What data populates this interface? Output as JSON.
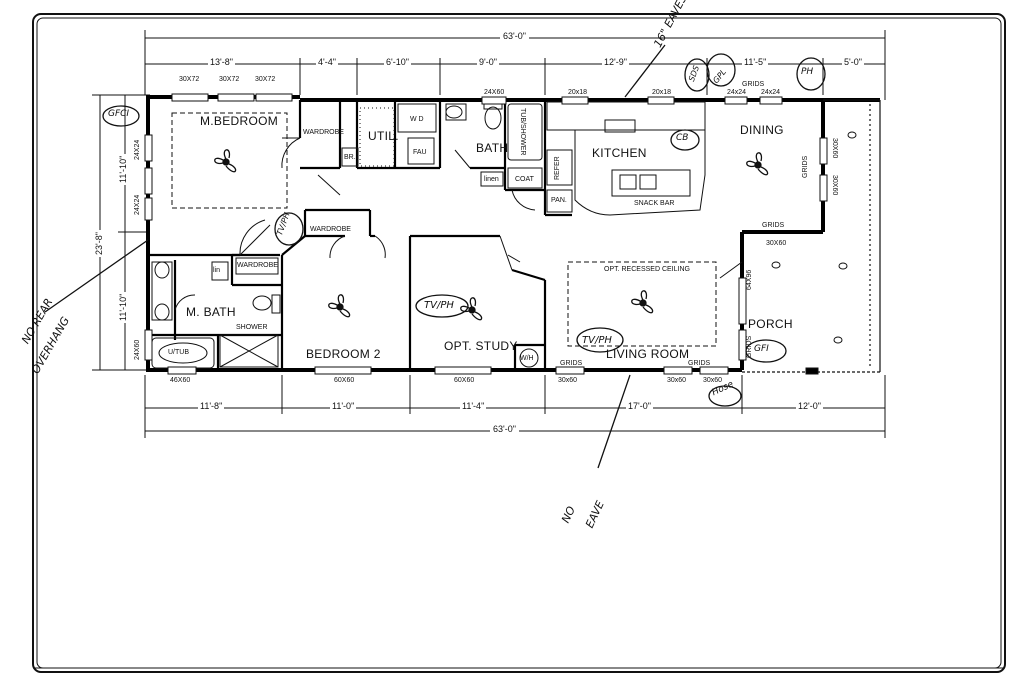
{
  "rooms": {
    "m_bedroom": "M.BEDROOM",
    "util": "UTIL.",
    "bath": "BATH",
    "kitchen": "KITCHEN",
    "dining": "DINING",
    "m_bath": "M. BATH",
    "bedroom2": "BEDROOM 2",
    "study": "OPT. STUDY",
    "living": "LIVING ROOM",
    "porch": "PORCH"
  },
  "fixtures": {
    "wardrobe1": "WARDROBE",
    "wardrobe2": "WARDROBE",
    "wardrobe3": "WARDROBE",
    "br": "BR.",
    "wd": "W D",
    "fau": "FAU",
    "tub_shower": "TUB/SHOWER",
    "linen1": "linen",
    "linen2": "lin",
    "coat": "COAT",
    "refer": "REFER",
    "pan": "PAN.",
    "snack_bar": "SNACK BAR",
    "shower": "SHOWER",
    "utub": "U/TUB",
    "wh": "W/H",
    "recessed": "OPT. RECESSED CEILING"
  },
  "windows": {
    "top1": "30X72",
    "top2": "30X72",
    "top3": "30X72",
    "bath_top": "24X60",
    "kit1": "20x18",
    "kit2": "20x18",
    "din1": "24x24",
    "din2": "24x24",
    "grids_top": "GRIDS",
    "left1": "24X24",
    "left2": "24X24",
    "left_bath": "24X60",
    "din_right1": "30X60",
    "din_right2": "30X60",
    "grids_right": "GRIDS",
    "grids_dining_bottom": "GRIDS",
    "porch_win": "30X60",
    "porch_door": "64X96",
    "porch_grids": "GRIDS",
    "bot1": "46X60",
    "bot2": "60X60",
    "bot3": "60X60",
    "bot4": "30x60",
    "bot5": "30x60",
    "bot6": "30x60",
    "grids_bot1": "GRIDS",
    "grids_bot2": "GRIDS"
  },
  "dimensions": {
    "overall_top": "63'-0\"",
    "overall_bottom": "63'-0\"",
    "top": [
      "13'-8\"",
      "4'-4\"",
      "6'-10\"",
      "9'-0\"",
      "12'-9\"",
      "11'-5\"",
      "5'-0\""
    ],
    "bottom": [
      "11'-8\"",
      "11'-0\"",
      "11'-4\"",
      "17'-0\"",
      "12'-0\""
    ],
    "left_total": "23'-8\"",
    "left_upper": "11'-10\"",
    "left_lower": "11'-10\""
  },
  "handwritten": {
    "eaves": "16\" EAVES",
    "no_rear": "NO REAR",
    "overhang": "OVERHANG",
    "no_eave1": "NO",
    "no_eave2": "EAVE",
    "gfci": "GFCI",
    "tvph1": "TV/PH",
    "tvph2": "TV/PH",
    "tvph3": "TV/PH",
    "ph": "PH",
    "gfi": "GFI",
    "cb": "CB",
    "cell1": "SDS",
    "cell2": "GPL",
    "hose": "Hose"
  },
  "colors": {
    "line": "#111111",
    "wall": "#000000",
    "paper": "#ffffff"
  }
}
